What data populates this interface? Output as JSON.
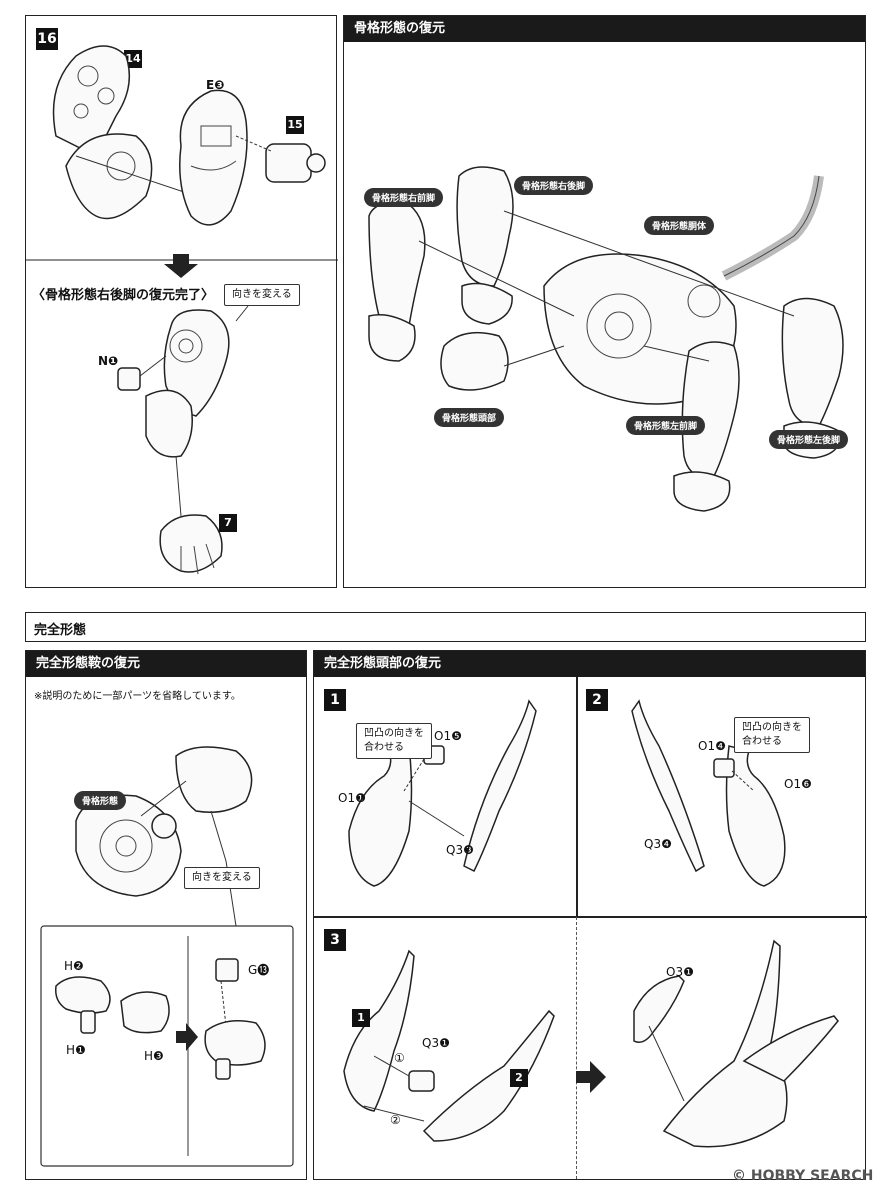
{
  "top_left": {
    "step_no": "16",
    "parts": {
      "p14": "14",
      "p15": "15",
      "e3": "E❸"
    },
    "completion_title": "〈骨格形態右後脚の復元完了〉",
    "turn_note": "向きを変える",
    "n1": "N❶",
    "p7": "7"
  },
  "skeleton": {
    "header": "骨格形態の復元",
    "labels": {
      "right_front_leg": "骨格形態右前脚",
      "right_hind_leg": "骨格形態右後脚",
      "torso": "骨格形態胴体",
      "head": "骨格形態頭部",
      "left_front_leg": "骨格形態左前脚",
      "left_hind_leg": "骨格形態左後脚"
    }
  },
  "complete_form": {
    "section_title": "完全形態",
    "armor": {
      "header": "完全形態鞍の復元",
      "omission_note": "※説明のために一部パーツを省略しています。",
      "skeleton_pill": "骨格形態",
      "turn_note": "向きを変える",
      "h2": "H❷",
      "h1": "H❶",
      "h3": "H❸",
      "g13": "G⓭"
    },
    "head": {
      "header": "完全形態頭部の復元",
      "step1": {
        "no": "1",
        "note_line1": "凹凸の向きを",
        "note_line2": "合わせる",
        "o15": "O1❺",
        "o11": "O1❶",
        "q33": "Q3❸"
      },
      "step2": {
        "no": "2",
        "note_line1": "凹凸の向きを",
        "note_line2": "合わせる",
        "o14": "O1❹",
        "o16": "O1❻",
        "q34": "Q3❹"
      },
      "step3": {
        "no": "3",
        "ref1": "1",
        "ref2": "2",
        "q31": "Q3❶",
        "circ1": "①",
        "circ2": "②",
        "o31": "O3❶"
      }
    }
  },
  "watermark": "HOBBY SEARCH",
  "watermark_mark": "©"
}
